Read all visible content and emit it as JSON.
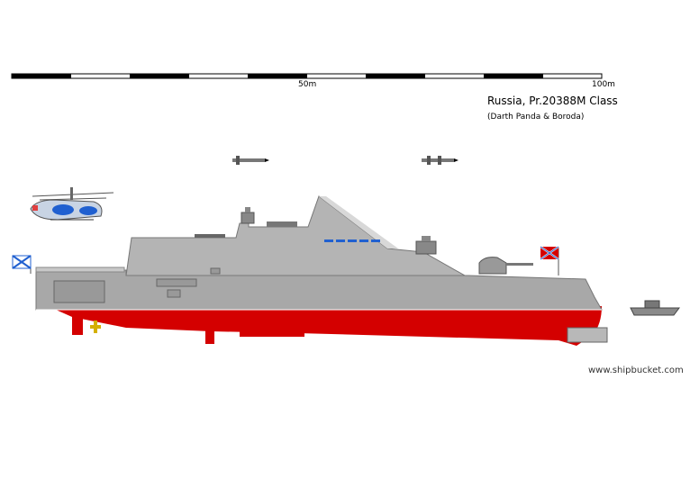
{
  "scale_bar": {
    "label_mid": "50m",
    "label_end": "100m"
  },
  "title": "Russia, Pr.20388M Class",
  "authors": "(Darth Panda & Boroda)",
  "credit": "www.shipbucket.com",
  "colors": {
    "hull_upper": "#a8a8a8",
    "hull_lower": "#d40000",
    "superstructure": "#b4b4b4",
    "boat": "#8a8a8a"
  }
}
